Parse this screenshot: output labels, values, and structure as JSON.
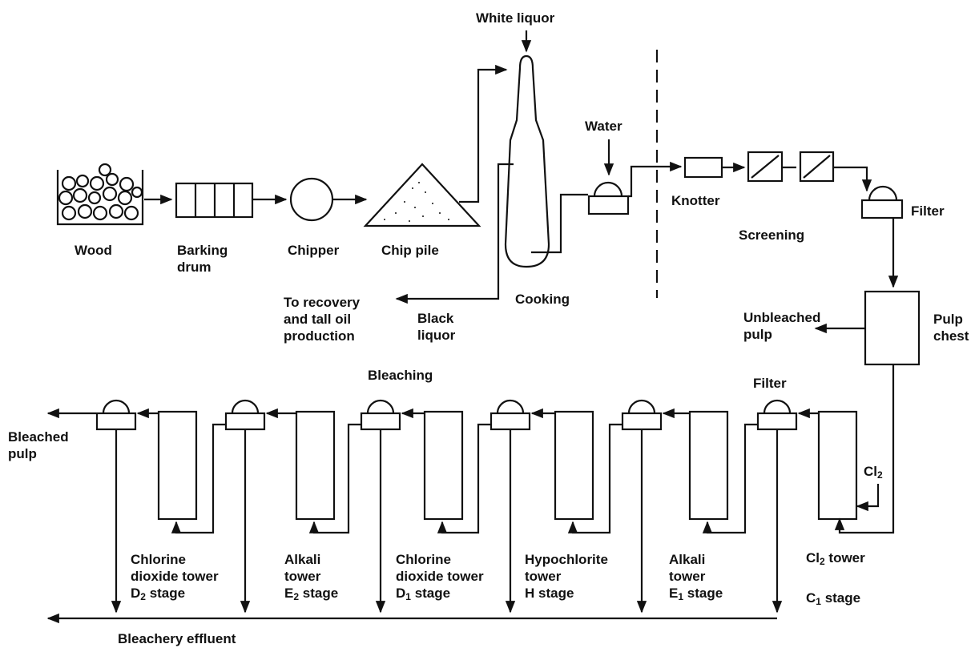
{
  "labels": {
    "white_liquor": "White liquor",
    "water": "Water",
    "wood": "Wood",
    "barking_drum": [
      "Barking",
      "drum"
    ],
    "chipper": "Chipper",
    "chip_pile": "Chip pile",
    "to_recovery": [
      "To recovery",
      "and tall oil",
      "production"
    ],
    "black_liquor": [
      "Black",
      "liquor"
    ],
    "cooking": "Cooking",
    "knotter": "Knotter",
    "screening": "Screening",
    "filter_top": "Filter",
    "unbleached_pulp": [
      "Unbleached",
      "pulp"
    ],
    "pulp_chest": [
      "Pulp",
      "chest"
    ],
    "bleaching": "Bleaching",
    "filter_bleach": "Filter",
    "bleached_pulp": [
      "Bleached",
      "pulp"
    ],
    "cl2": {
      "base": "Cl",
      "sub": "2"
    },
    "bleachery_effluent": "Bleachery effluent"
  },
  "towers": [
    {
      "lines": [
        "Chlorine",
        "dioxide tower"
      ],
      "stage": {
        "pre": "D",
        "sub": "2",
        "post": " stage"
      }
    },
    {
      "lines": [
        "Alkali",
        "tower"
      ],
      "stage": {
        "pre": "E",
        "sub": "2",
        "post": " stage"
      }
    },
    {
      "lines": [
        "Chlorine",
        "dioxide tower"
      ],
      "stage": {
        "pre": "D",
        "sub": "1",
        "post": " stage"
      }
    },
    {
      "lines": [
        "Hypochlorite",
        "tower"
      ],
      "stage": {
        "pre": "H",
        "sub": "",
        "post": " stage"
      }
    },
    {
      "lines": [
        "Alkali",
        "tower"
      ],
      "stage": {
        "pre": "E",
        "sub": "1",
        "post": " stage"
      }
    }
  ],
  "cl2_tower": {
    "name": {
      "pre": "Cl",
      "sub": "2",
      "post": " tower"
    },
    "stage": {
      "pre": "C",
      "sub": "1",
      "post": " stage"
    }
  }
}
